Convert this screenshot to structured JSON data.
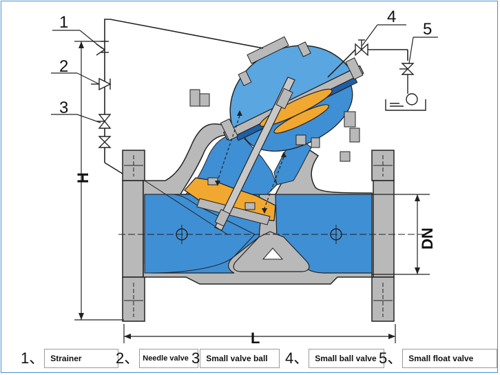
{
  "callouts": [
    {
      "number": "1"
    },
    {
      "number": "2"
    },
    {
      "number": "3"
    },
    {
      "number": "4"
    },
    {
      "number": "5"
    }
  ],
  "dimensions": {
    "height": "H",
    "length": "L",
    "nominal_diameter": "DN"
  },
  "legend": [
    {
      "number": "1、",
      "label": "Strainer"
    },
    {
      "number": "2、",
      "label": "Needle valve"
    },
    {
      "number": "3",
      "label": "Small valve ball"
    },
    {
      "number": "4、",
      "label": "Small ball valve"
    },
    {
      "number": "5、",
      "label": "Small float valve"
    }
  ],
  "colors": {
    "body_blue": "#3f8fd4",
    "body_gray": "#b9b9b9",
    "bonnet_blue": "#5aa6e0",
    "diaphragm_orange": "#f0a830",
    "line": "#222222",
    "frame_border": "#4a90c8"
  }
}
